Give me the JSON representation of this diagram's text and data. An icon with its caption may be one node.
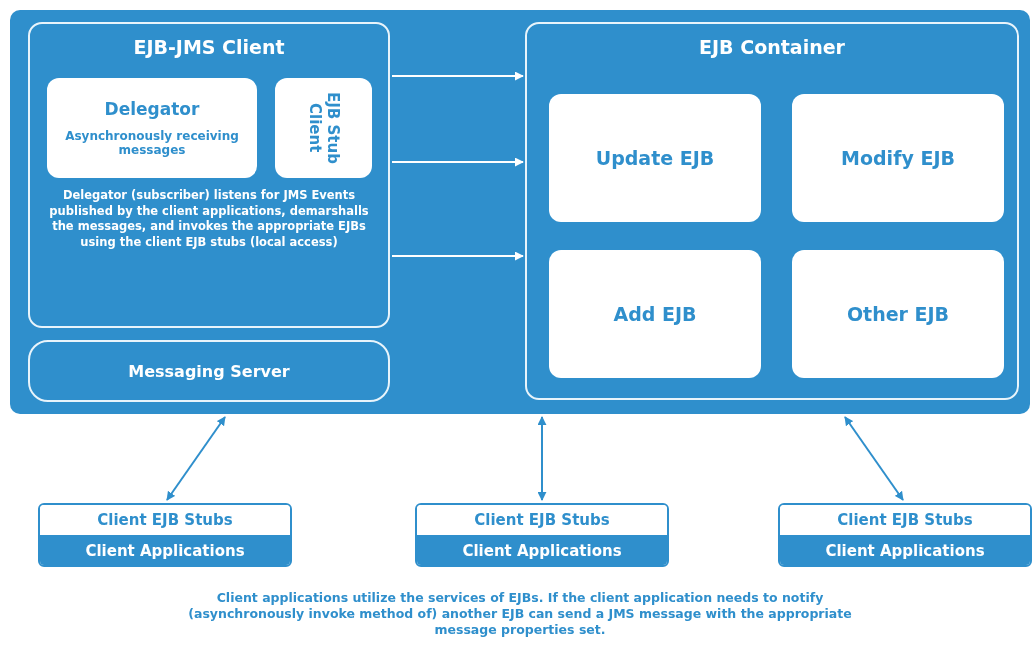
{
  "diagram": {
    "nodes": [
      {
        "text": [],
        "shape": "box"
      },
      {
        "text": [
          "EJB-JMS Client",
          "Delegator (subscriber) listens for JMS Events published by the client applications, demarshalls the messages, and invokes the appropriate EJBs using the client EJB stubs (local access)"
        ],
        "in": 0
      },
      {
        "text": [
          "Delegator",
          "Asynchronously receiving messages"
        ],
        "in": 1
      },
      {
        "text": [
          "Client EJB Stub"
        ],
        "in": 1
      },
      {
        "text": [
          "Messaging Server"
        ],
        "in": 0
      },
      {
        "text": [
          "EJB Container"
        ],
        "in": 0
      },
      {
        "text": [
          "Update EJB"
        ],
        "in": 5
      },
      {
        "text": [
          "Modify EJB"
        ],
        "in": 5
      },
      {
        "text": [
          "Add EJB"
        ],
        "in": 5
      },
      {
        "text": [
          "Other EJB"
        ],
        "in": 5
      },
      {
        "text": [
          "Client EJB Stubs",
          "Client Applications"
        ]
      },
      {
        "text": [
          "Client EJB Stubs",
          "Client Applications"
        ]
      },
      {
        "text": [
          "Client EJB Stubs",
          "Client Applications"
        ]
      }
    ],
    "edges": [
      {
        "from": 1,
        "to": 5,
        "arrow": "to",
        "color": "#ffffff"
      },
      {
        "from": 1,
        "to": 5,
        "arrow": "to",
        "color": "#ffffff"
      },
      {
        "from": 1,
        "to": 5,
        "arrow": "to",
        "color": "#ffffff"
      },
      {
        "from": 0,
        "to": 10,
        "arrow": "both",
        "color": "#2f8fcc"
      },
      {
        "from": 0,
        "to": 11,
        "arrow": "both",
        "color": "#2f8fcc"
      },
      {
        "from": 0,
        "to": 12,
        "arrow": "both",
        "color": "#2f8fcc"
      }
    ],
    "caption": "Client applications utilize the services of EJBs. If the client application needs to notify (asynchronously invoke method of) another EJB can send a JMS message with the appropriate message properties set."
  }
}
